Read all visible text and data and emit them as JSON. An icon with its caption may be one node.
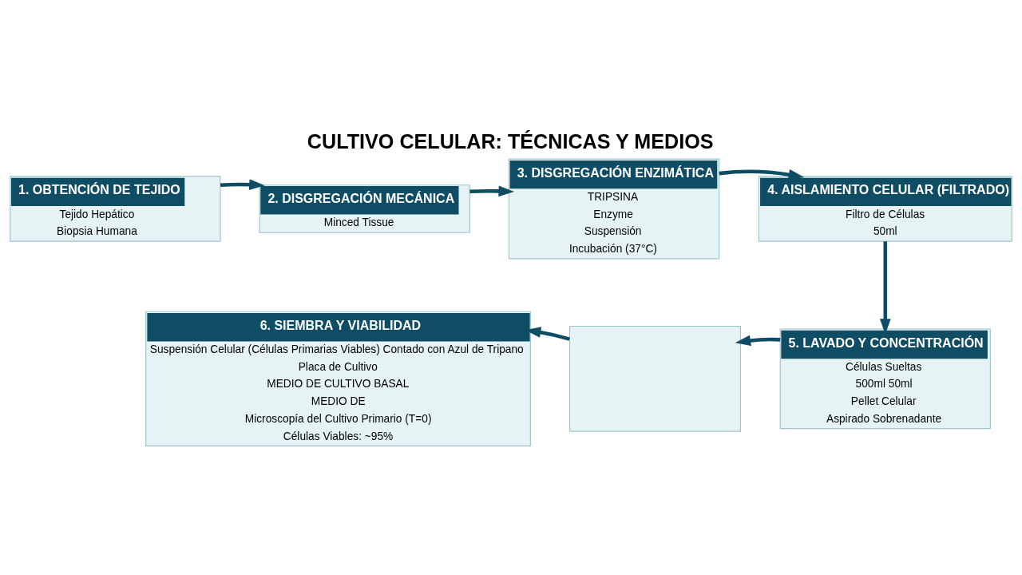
{
  "diagram": {
    "title": "CULTIVO CELULAR: TÉCNICAS Y MEDIOS",
    "nodes": [
      {
        "text": [
          "1. OBTENCIÓN DE TEJIDO",
          "Tejido Hepático",
          "Biopsia Humana"
        ]
      },
      {
        "text": [
          "2. DISGREGACIÓN MECÁNICA",
          "Minced Tissue"
        ]
      },
      {
        "text": [
          "3. DISGREGACIÓN ENZIMÁTICA",
          "TRIPSINA",
          "Enzyme",
          "Suspensión",
          "Incubación (37°C)"
        ]
      },
      {
        "text": [
          "4. AISLAMIENTO CELULAR (FILTRADO)",
          "Filtro de Células",
          "50ml"
        ]
      },
      {
        "text": [
          "5. LAVADO Y CONCENTRACIÓN",
          "Células Sueltas",
          "500ml 50ml",
          "Pellet Celular",
          "Aspirado Sobrenadante"
        ]
      },
      {
        "text": [],
        "shape": "box"
      },
      {
        "text": [
          "6. SIEMBRA Y VIABILIDAD",
          "Suspensión Celular (Células Primarias Viables) Contado con Azul de Tripano",
          "Placa de Cultivo",
          "MEDIO DE CULTIVO BASAL",
          "MEDIO DE",
          "Microscopía del Cultivo Primario (T=0)",
          "Células Viables: ~95%"
        ]
      }
    ],
    "edges": [
      {
        "from": 0,
        "to": 1,
        "arrow": "to"
      },
      {
        "from": 1,
        "to": 2,
        "arrow": "to"
      },
      {
        "from": 2,
        "to": 3,
        "arrow": "to"
      },
      {
        "from": 3,
        "to": 4,
        "arrow": "to"
      },
      {
        "from": 4,
        "to": 5,
        "arrow": "to"
      },
      {
        "from": 5,
        "to": 6,
        "arrow": "to"
      }
    ]
  }
}
